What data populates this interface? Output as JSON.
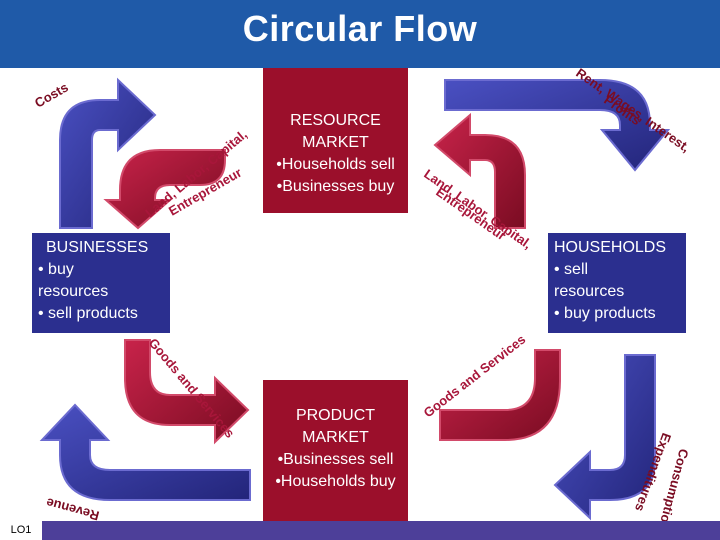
{
  "header": {
    "title": "Circular Flow"
  },
  "resource_market": {
    "lines": [
      "RESOURCE",
      "MARKET",
      "•Households sell",
      "•Businesses buy"
    ]
  },
  "product_market": {
    "lines": [
      "PRODUCT",
      "MARKET",
      "•Businesses sell",
      "•Households buy"
    ]
  },
  "businesses": {
    "lines": [
      "BUSINESSES",
      "• buy",
      "resources",
      "• sell products"
    ]
  },
  "households": {
    "lines": [
      "HOUSEHOLDS",
      "• sell",
      "resources",
      "• buy products"
    ]
  },
  "flows": {
    "costs": "Costs",
    "land_left": "Land, Labor, Capital,",
    "entre_left": "Entrepreneur",
    "rent": "Rent, Wages, Interest,",
    "profits": "Profits",
    "land_right": "Land, Labor, Capital,",
    "entre_right": "Entrepreneur",
    "goods_left": "Goods and Services",
    "revenue": "Revenue",
    "goods_right": "Goods and Services",
    "consumption": "Consumption",
    "expenditures": "Expenditures"
  },
  "footer": {
    "label": "LO1"
  },
  "colors": {
    "header": "#1f5aa8",
    "market": "#9b0f2b",
    "sector": "#2b2f8f",
    "money_arrow": "#3a3aa3",
    "real_arrow": "#a8163a",
    "footer": "#4d3f99"
  }
}
